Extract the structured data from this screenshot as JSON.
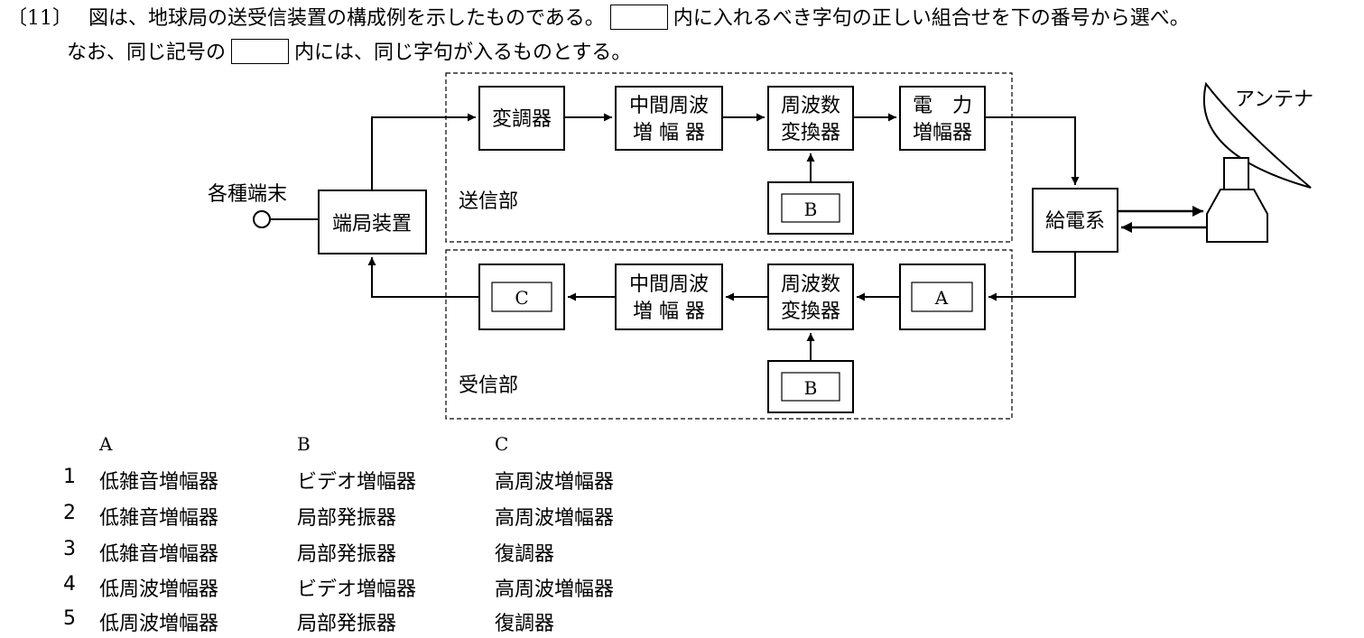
{
  "question": {
    "number": "〔11〕",
    "line1_part1": "図は、地球局の送受信装置の構成例を示したものである。",
    "line1_part2": "内に入れるべき字句の正しい組合せを下の番号から選べ。",
    "line2_part1": "なお、同じ記号の",
    "line2_part2": "内には、同じ字句が入るものとする。"
  },
  "diagram": {
    "terminal_label": "各種端末",
    "station_device": "端局装置",
    "tx_section_label": "送信部",
    "rx_section_label": "受信部",
    "modulator": "変調器",
    "if_amp_line1": "中間周波",
    "if_amp_line2": "増 幅 器",
    "freq_conv_line1": "周波数",
    "freq_conv_line2": "変換器",
    "power_amp_line1": "電　力",
    "power_amp_line2": "増幅器",
    "feed_system": "給電系",
    "antenna_label": "アンテナ",
    "box_a": "A",
    "box_b": "B",
    "box_c": "C"
  },
  "options": {
    "headers": [
      "A",
      "B",
      "C"
    ],
    "rows": [
      {
        "num": "1",
        "a": "低雑音増幅器",
        "b": "ビデオ増幅器",
        "c": "高周波増幅器"
      },
      {
        "num": "2",
        "a": "低雑音増幅器",
        "b": "局部発振器",
        "c": "高周波増幅器"
      },
      {
        "num": "3",
        "a": "低雑音増幅器",
        "b": "局部発振器",
        "c": "復調器"
      },
      {
        "num": "4",
        "a": "低周波増幅器",
        "b": "ビデオ増幅器",
        "c": "高周波増幅器"
      },
      {
        "num": "5",
        "a": "低周波増幅器",
        "b": "局部発振器",
        "c": "復調器"
      }
    ]
  }
}
